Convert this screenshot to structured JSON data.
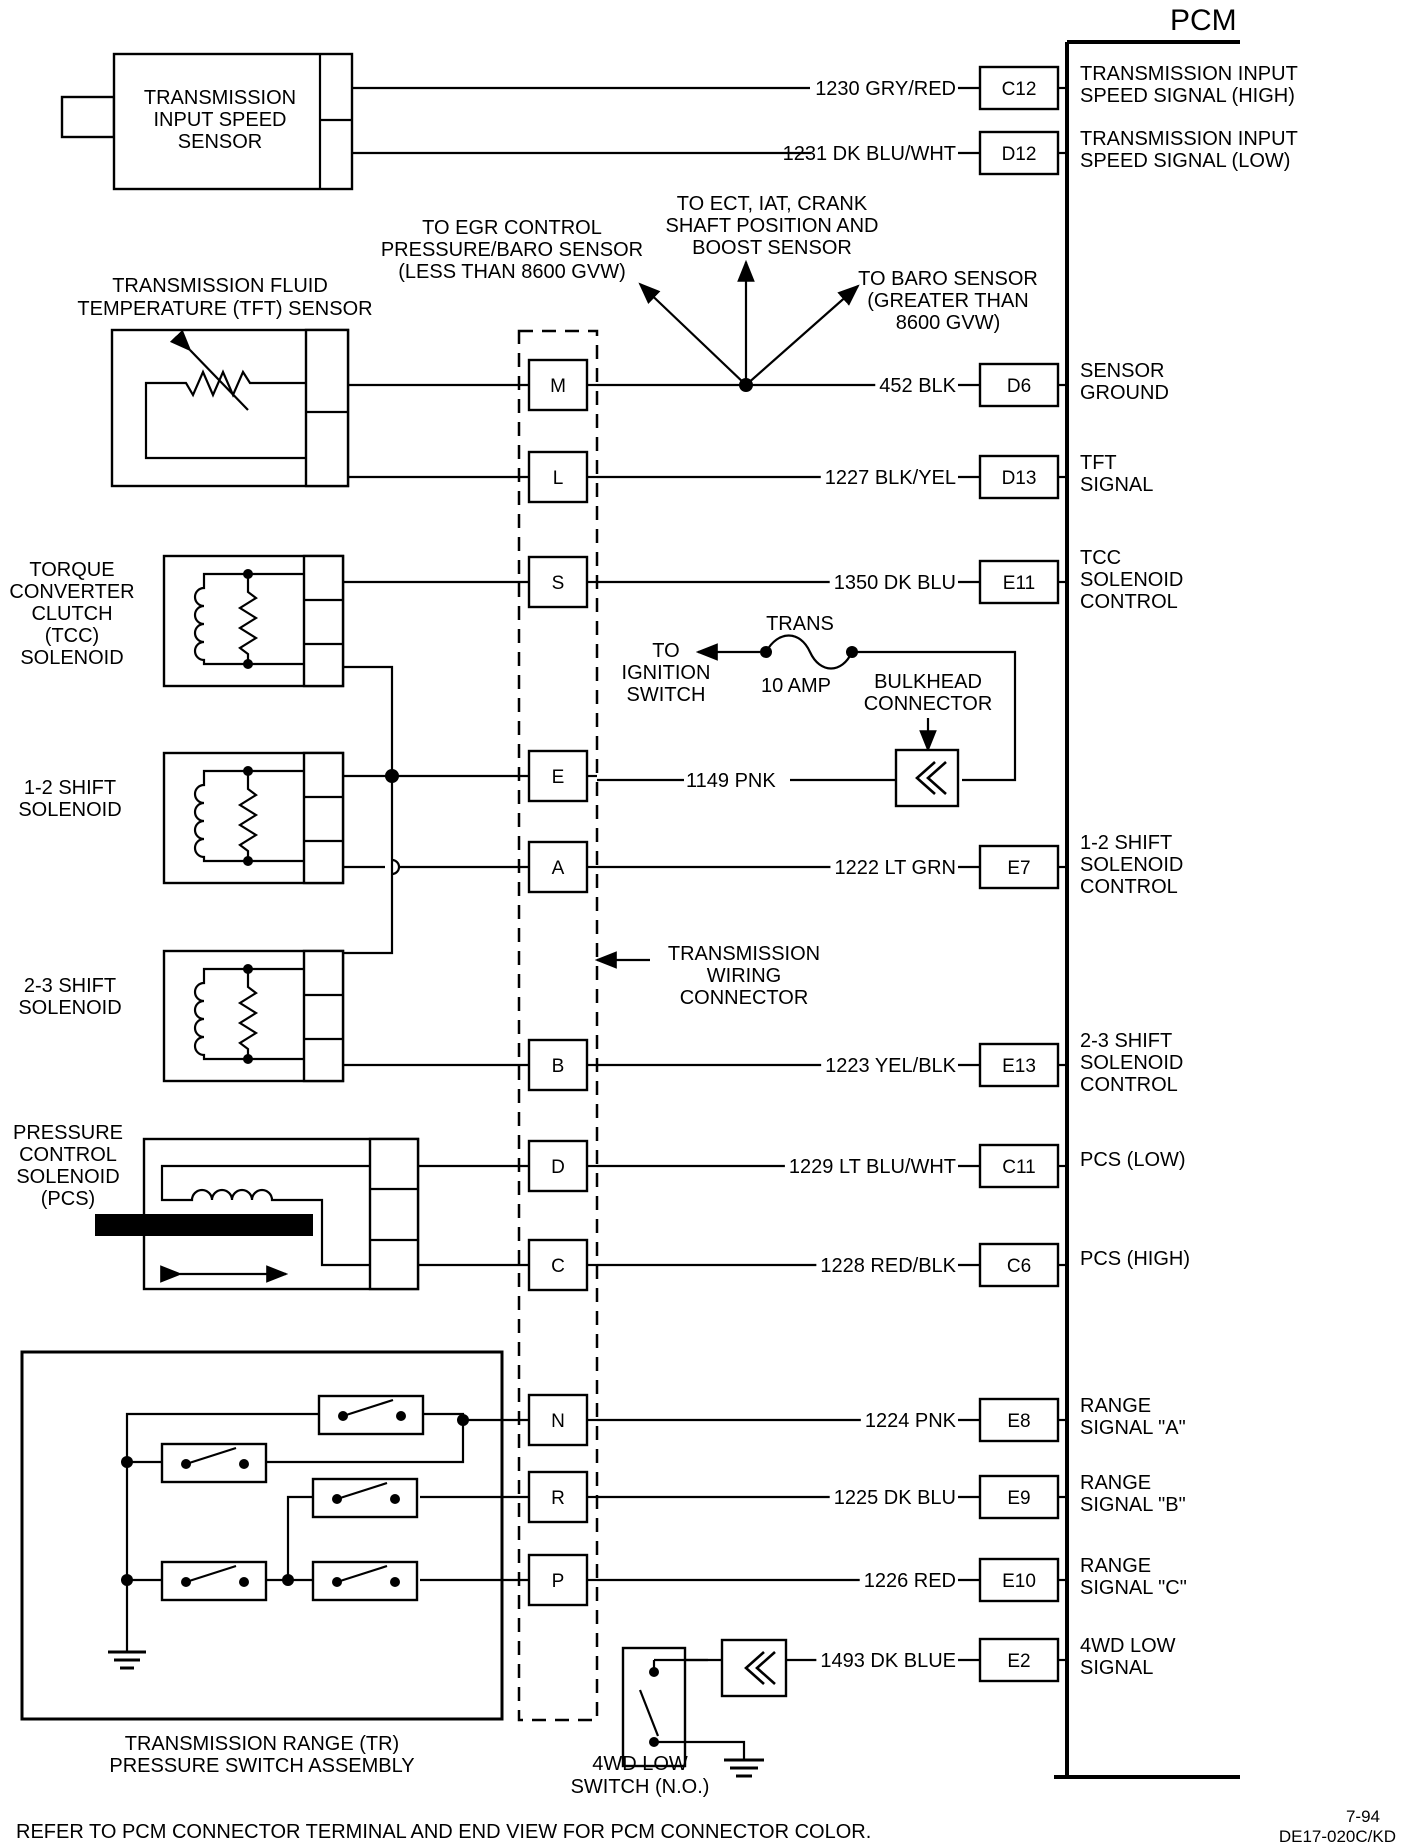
{
  "pcm": {
    "title": "PCM",
    "circuits": [
      {
        "wire": "1230 GRY/RED",
        "pin": "C12",
        "desc": [
          "TRANSMISSION INPUT",
          "SPEED SIGNAL (HIGH)"
        ]
      },
      {
        "wire": "1231 DK BLU/WHT",
        "pin": "D12",
        "desc": [
          "TRANSMISSION INPUT",
          "SPEED SIGNAL (LOW)"
        ]
      },
      {
        "wire": "452 BLK",
        "pin": "D6",
        "desc": [
          "SENSOR",
          "GROUND"
        ]
      },
      {
        "wire": "1227 BLK/YEL",
        "pin": "D13",
        "desc": [
          "TFT",
          "SIGNAL"
        ]
      },
      {
        "wire": "1350 DK BLU",
        "pin": "E11",
        "desc": [
          "TCC",
          "SOLENOID",
          "CONTROL"
        ]
      },
      {
        "wire": "1222 LT GRN",
        "pin": "E7",
        "desc": [
          "1-2 SHIFT",
          "SOLENOID",
          "CONTROL"
        ]
      },
      {
        "wire": "1223 YEL/BLK",
        "pin": "E13",
        "desc": [
          "2-3 SHIFT",
          "SOLENOID",
          "CONTROL"
        ]
      },
      {
        "wire": "1229 LT BLU/WHT",
        "pin": "C11",
        "desc": [
          "PCS (LOW)"
        ]
      },
      {
        "wire": "1228 RED/BLK",
        "pin": "C6",
        "desc": [
          "PCS (HIGH)"
        ]
      },
      {
        "wire": "1224 PNK",
        "pin": "E8",
        "desc": [
          "RANGE",
          "SIGNAL \"A\""
        ]
      },
      {
        "wire": "1225 DK BLU",
        "pin": "E9",
        "desc": [
          "RANGE",
          "SIGNAL \"B\""
        ]
      },
      {
        "wire": "1226 RED",
        "pin": "E10",
        "desc": [
          "RANGE",
          "SIGNAL \"C\""
        ]
      },
      {
        "wire": "1493 DK BLUE",
        "pin": "E2",
        "desc": [
          "4WD LOW",
          "SIGNAL"
        ]
      }
    ]
  },
  "connector": {
    "pins": [
      "M",
      "L",
      "S",
      "E",
      "A",
      "B",
      "D",
      "C",
      "N",
      "R",
      "P"
    ],
    "label": [
      "TRANSMISSION",
      "WIRING",
      "CONNECTOR"
    ]
  },
  "components": {
    "input_speed_sensor": [
      "TRANSMISSION",
      "INPUT SPEED",
      "SENSOR"
    ],
    "tft_sensor": [
      "TRANSMISSION FLUID",
      "TEMPERATURE (TFT) SENSOR"
    ],
    "tcc_solenoid": [
      "TORQUE",
      "CONVERTER",
      "CLUTCH",
      "(TCC)",
      "SOLENOID"
    ],
    "shift_12": [
      "1-2 SHIFT",
      "SOLENOID"
    ],
    "shift_23": [
      "2-3 SHIFT",
      "SOLENOID"
    ],
    "pcs": [
      "PRESSURE",
      "CONTROL",
      "SOLENOID",
      "(PCS)"
    ],
    "tr_switch": [
      "TRANSMISSION RANGE (TR)",
      "PRESSURE SWITCH ASSEMBLY"
    ],
    "wd_switch": [
      "4WD LOW",
      "SWITCH (N.O.)"
    ]
  },
  "ground_refs": {
    "egr": [
      "TO EGR CONTROL",
      "PRESSURE/BARO SENSOR",
      "(LESS THAN 8600 GVW)"
    ],
    "ect": [
      "TO ECT, IAT, CRANK",
      "SHAFT POSITION AND",
      "BOOST SENSOR"
    ],
    "baro": [
      "TO BARO SENSOR",
      "(GREATER THAN",
      "8600 GVW)"
    ]
  },
  "power": {
    "fuse_name": "TRANS",
    "fuse_rating": "10 AMP",
    "ignition": [
      "TO",
      "IGNITION",
      "SWITCH"
    ],
    "bulkhead": [
      "BULKHEAD",
      "CONNECTOR"
    ],
    "wire": "1149 PNK"
  },
  "footer": {
    "note": "REFER TO PCM CONNECTOR TERMINAL AND END VIEW FOR PCM CONNECTOR COLOR.",
    "date": "7-94",
    "code": "DE17-020C/KD"
  }
}
